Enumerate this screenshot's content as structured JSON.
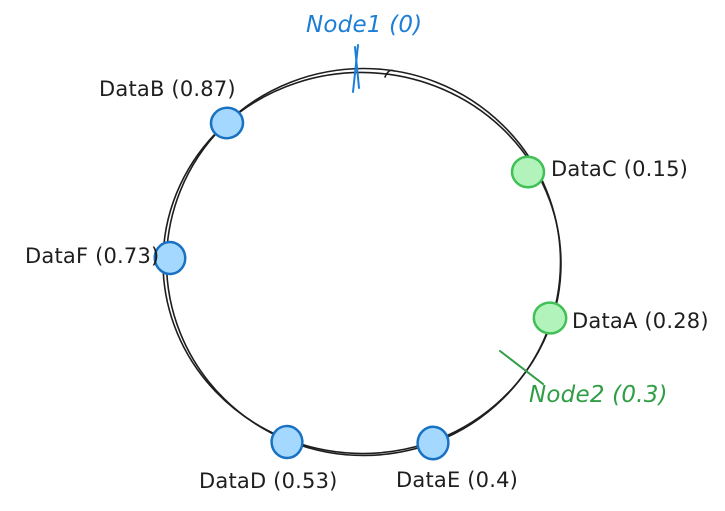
{
  "colors": {
    "background": "#ffffff",
    "ring_stroke": "#1e1e1e",
    "label_text": "#1e1e1e",
    "blue_text": "#1c7ed6",
    "blue_dot_stroke": "#1971c2",
    "blue_dot_fill": "#a5d8ff",
    "green_text": "#2f9e44",
    "green_dot_stroke": "#40c057",
    "green_dot_fill": "#b2f2bb"
  },
  "ring": {
    "nodes": [
      {
        "name": "Node1",
        "hash": "0",
        "label": "Node1 (0)",
        "color": "blue"
      },
      {
        "name": "Node2",
        "hash": "0.3",
        "label": "Node2 (0.3)",
        "color": "green"
      }
    ],
    "data_points": [
      {
        "name": "DataB",
        "hash": "0.87",
        "label": "DataB (0.87)",
        "color": "blue"
      },
      {
        "name": "DataC",
        "hash": "0.15",
        "label": "DataC (0.15)",
        "color": "green"
      },
      {
        "name": "DataF",
        "hash": "0.73",
        "label": "DataF (0.73)",
        "color": "blue"
      },
      {
        "name": "DataA",
        "hash": "0.28",
        "label": "DataA (0.28)",
        "color": "green"
      },
      {
        "name": "DataD",
        "hash": "0.53",
        "label": "DataD (0.53)",
        "color": "blue"
      },
      {
        "name": "DataE",
        "hash": "0.4",
        "label": "DataE (0.4)",
        "color": "blue"
      }
    ]
  }
}
